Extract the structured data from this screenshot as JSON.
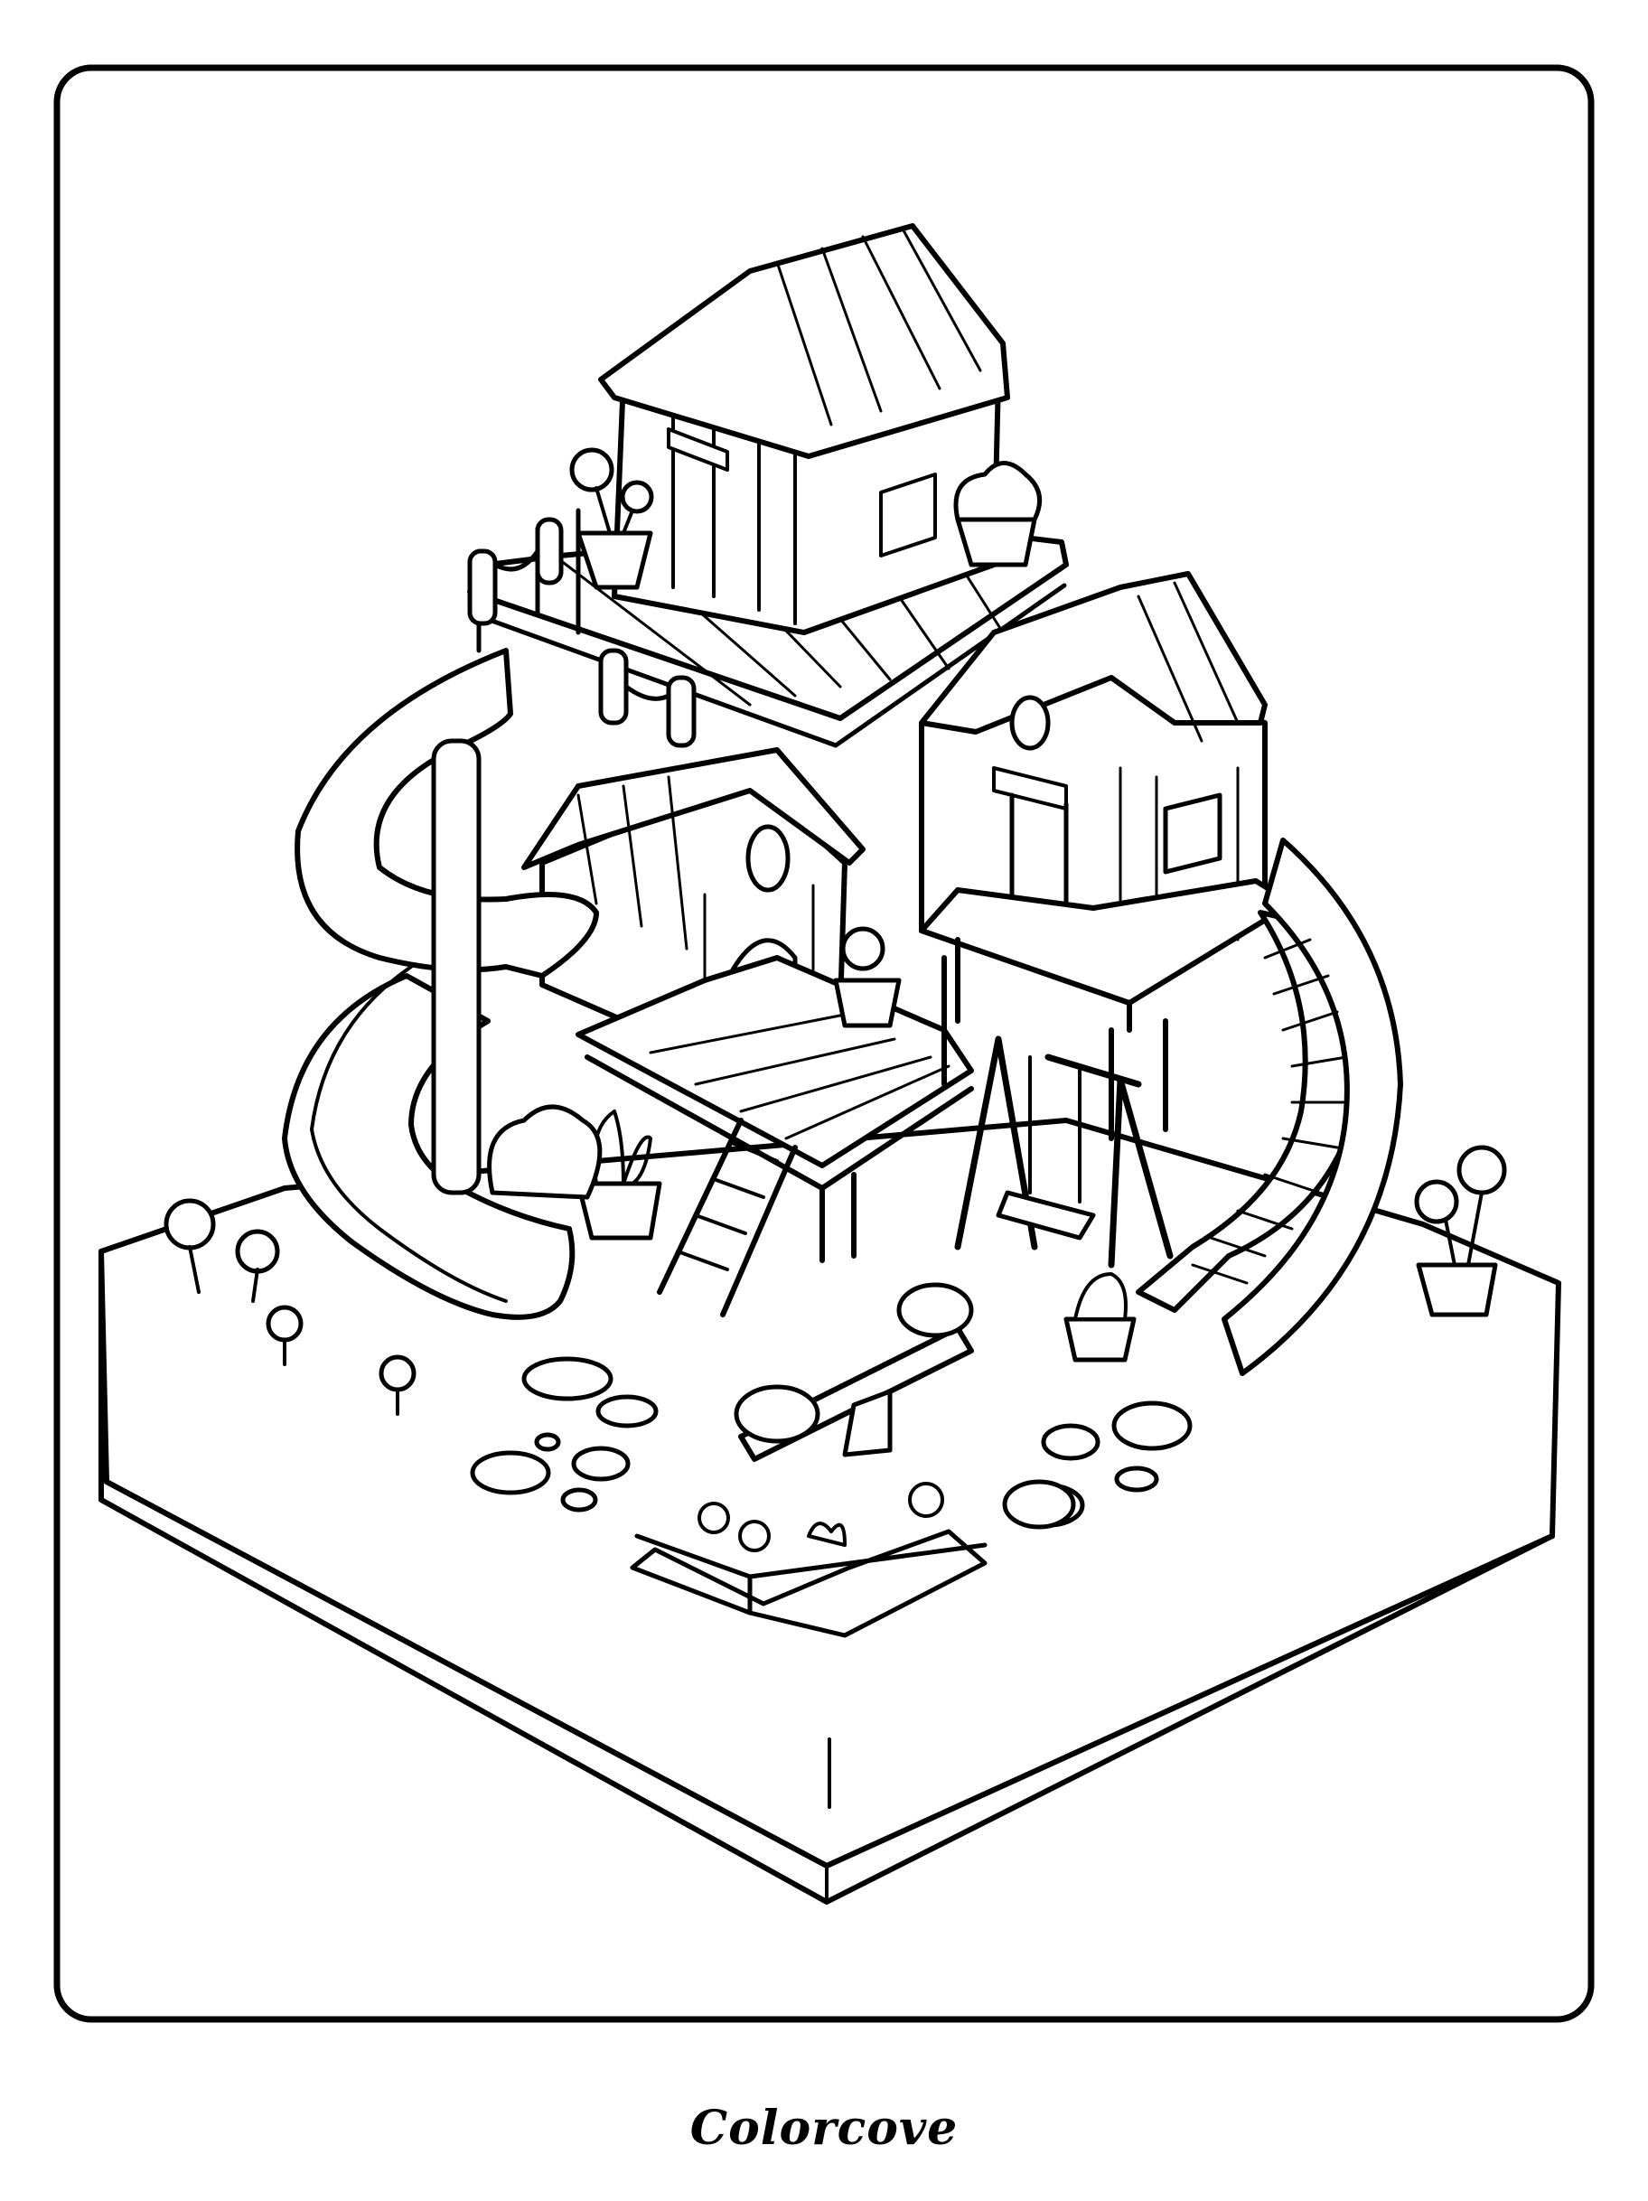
{
  "page": {
    "kind": "coloring-page",
    "subject": "treehouse-playground",
    "brand_text": "Colorcove",
    "colors": {
      "ink": "#000000",
      "paper": "#ffffff"
    }
  }
}
